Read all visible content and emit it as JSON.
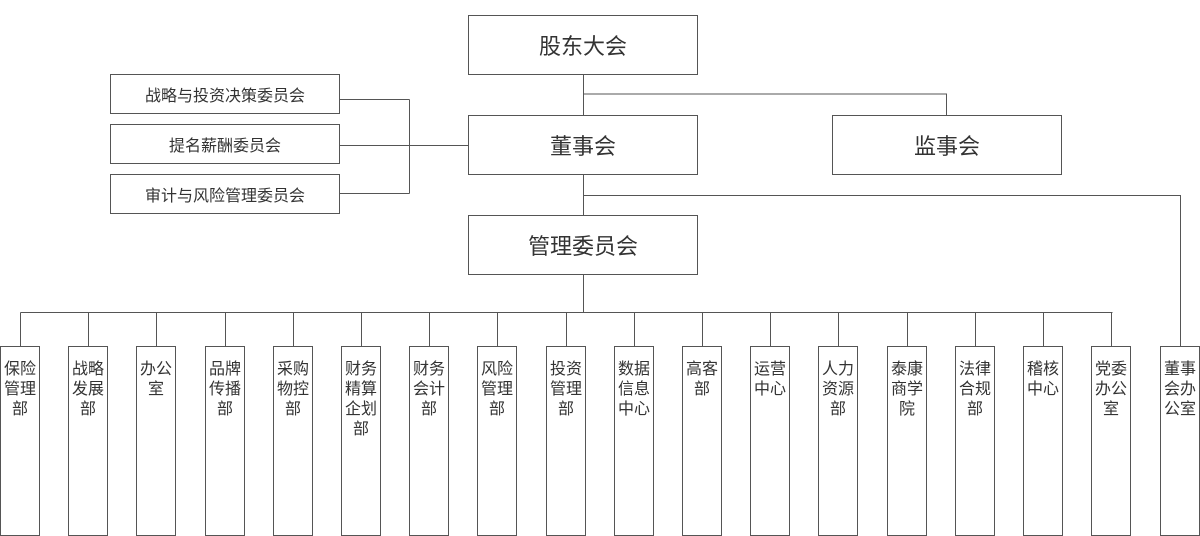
{
  "top": {
    "shareholders": "股东大会"
  },
  "committees": [
    {
      "label": "战略与投资决策委员会"
    },
    {
      "label": "提名薪酬委员会"
    },
    {
      "label": "审计与风险管理委员会"
    }
  ],
  "board": "董事会",
  "supervisors": "监事会",
  "management": "管理委员会",
  "departments": [
    {
      "label": "保险管理部"
    },
    {
      "label": "战略发展部"
    },
    {
      "label": "办公室"
    },
    {
      "label": "品牌传播部"
    },
    {
      "label": "采购物控部"
    },
    {
      "label": "财务精算企划部"
    },
    {
      "label": "财务会计部"
    },
    {
      "label": "风险管理部"
    },
    {
      "label": "投资管理部"
    },
    {
      "label": "数据信息中心"
    },
    {
      "label": "高客部"
    },
    {
      "label": "运营中心"
    },
    {
      "label": "人力资源部"
    },
    {
      "label": "泰康商学院"
    },
    {
      "label": "法律合规部"
    },
    {
      "label": "稽核中心"
    },
    {
      "label": "党委办公室"
    }
  ],
  "board_office": "董事会办公室",
  "colors": {
    "line": "#555555",
    "text": "#333333"
  }
}
